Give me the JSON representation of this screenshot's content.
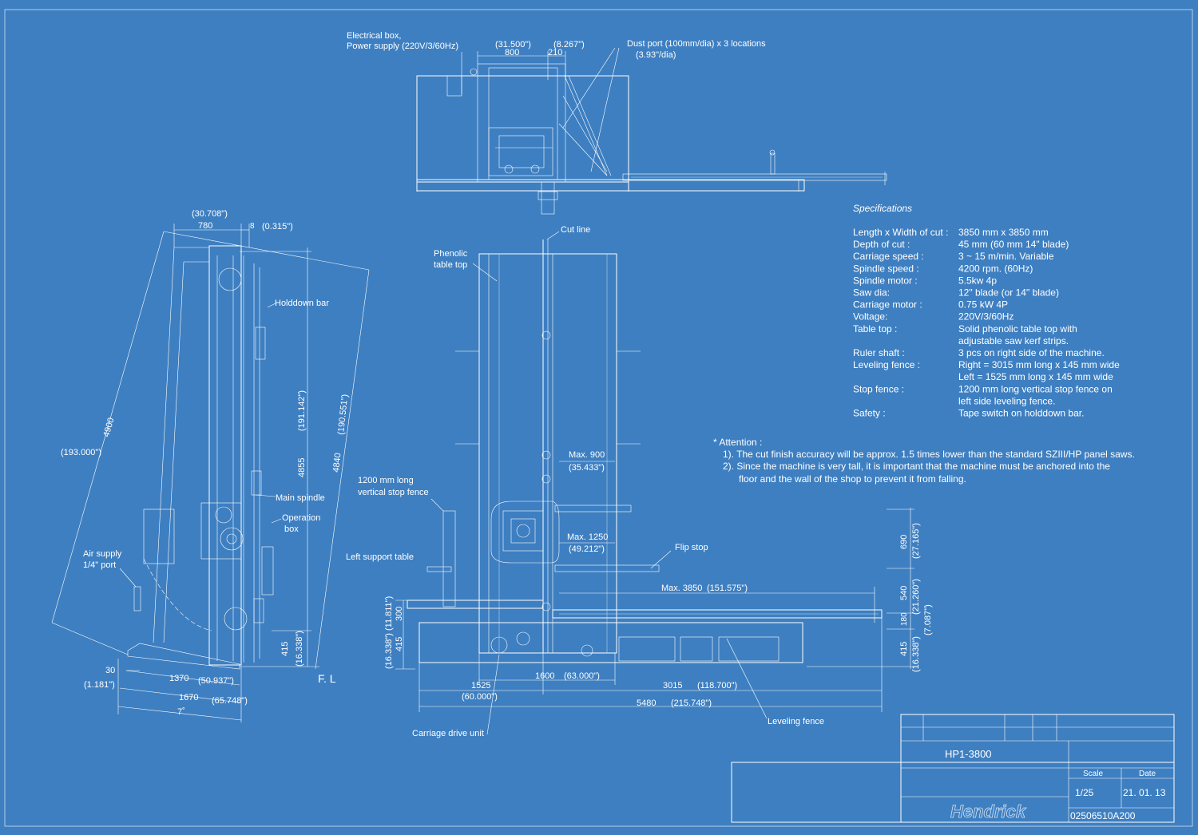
{
  "labels": {
    "electrical_box_1": "Electrical box,",
    "electrical_box_2": "Power supply (220V/3/60Hz)",
    "dust_port_1": "Dust port (100mm/dia) x 3 locations",
    "dust_port_2": "(3.93\"/dia)",
    "dim_31500": "(31.500\")",
    "dim_8267": "(8.267\")",
    "dim_800": "800",
    "dim_210": "210",
    "dim_30708": "(30.708\")",
    "dim_780": "780",
    "dim_8": "8",
    "dim_0315": "(0.315\")",
    "holddown_bar": "Holddown bar",
    "dim_4900": "4900",
    "dim_193000": "(193.000\")",
    "dim_4855": "4855",
    "dim_191142": "(191.142\")",
    "dim_4840": "4840",
    "dim_190551": "(190.551\")",
    "main_spindle": "Main spindle",
    "operation_box_1": "Operation",
    "operation_box_2": "box",
    "air_supply_1": "Air supply",
    "air_supply_2": "1/4\" port",
    "dim_415_left": "415",
    "dim_16338_left": "(16.338\")",
    "fl": "F. L",
    "dim_30": "30",
    "dim_1181": "(1.181\")",
    "dim_1370": "1370",
    "dim_50937": "(50.937\")",
    "dim_1670": "1670",
    "dim_65748": "(65.748\")",
    "deg7": "7˚",
    "cut_line": "Cut line",
    "phenolic_1": "Phenolic",
    "phenolic_2": "table top",
    "max900": "Max. 900",
    "dim_35433": "(35.433\")",
    "stop_fence_1": "1200 mm long",
    "stop_fence_2": "vertical stop fence",
    "max1250": "Max. 1250",
    "dim_49212": "(49.212\")",
    "flip_stop": "Flip stop",
    "left_support": "Left support table",
    "max3850": "Max. 3850",
    "dim_151575": "(151.575\")",
    "dim_690": "690",
    "dim_27165": "(27.165\")",
    "dim_540": "540",
    "dim_21260": "(21.260\")",
    "dim_180": "180",
    "dim_7087": "(7.087\")",
    "dim_415_r": "415",
    "dim_16338_r": "(16.338\")",
    "dim_16338_l2": "(16.338\")",
    "dim_11811": "(11.811\")",
    "dim_300": "300",
    "dim_415_l2": "415",
    "dim_1525": "1525",
    "dim_60000": "(60.000\")",
    "dim_1600": "1600",
    "dim_63000": "(63.000\")",
    "dim_3015": "3015",
    "dim_118700": "(118.700\")",
    "dim_5480": "5480",
    "dim_215748": "(215.748\")",
    "carriage_drive": "Carriage drive unit",
    "leveling_fence": "Leveling fence"
  },
  "specifications": {
    "title": "Specifications",
    "rows": [
      {
        "label": "Length x Width of cut :",
        "value": "3850 mm x 3850 mm"
      },
      {
        "label": "Depth of cut :",
        "value": "45 mm  (60 mm  14\" blade)"
      },
      {
        "label": "Carriage speed :",
        "value": "3 ~ 15 m/min. Variable"
      },
      {
        "label": "Spindle speed :",
        "value": "4200 rpm.  (60Hz)"
      },
      {
        "label": "Spindle motor :",
        "value": "5.5kw  4p"
      },
      {
        "label": "Saw dia:",
        "value": "12\" blade (or 14\" blade)"
      },
      {
        "label": "Carriage motor :",
        "value": "0.75 kW   4P"
      },
      {
        "label": "Voltage:",
        "value": "220V/3/60Hz"
      },
      {
        "label": "Table top :",
        "value": "Solid phenolic table top with"
      },
      {
        "label": "",
        "value": "adjustable saw kerf strips."
      },
      {
        "label": "Ruler shaft :",
        "value": "3 pcs on right side of the machine."
      },
      {
        "label": "Leveling fence :",
        "value": "Right = 3015 mm long x 145 mm wide"
      },
      {
        "label": "",
        "value": "Left = 1525 mm long x 145 mm wide"
      },
      {
        "label": "Stop fence :",
        "value": "1200 mm long vertical stop fence on"
      },
      {
        "label": "",
        "value": "left side leveling fence."
      },
      {
        "label": "Safety :",
        "value": "Tape switch on holddown bar."
      }
    ]
  },
  "attention": {
    "title": "* Attention :",
    "line1": "1). The cut finish accuracy will be approx. 1.5 times lower than the standard SZIII/HP panel saws.",
    "line2": "2).  Since the machine is very tall, it is important that the machine must be anchored into the",
    "line3": "floor and the wall of the shop to prevent it from falling."
  },
  "title_block": {
    "model": "HP1-3800",
    "scale_label": "Scale",
    "date_label": "Date",
    "scale_value": "1/25",
    "date_value": "21. 01. 13",
    "drawing_no": "02506510A200",
    "logo": "Hendrick"
  },
  "colors": {
    "background": "#3e7fc1",
    "lines": "#ffffff"
  }
}
